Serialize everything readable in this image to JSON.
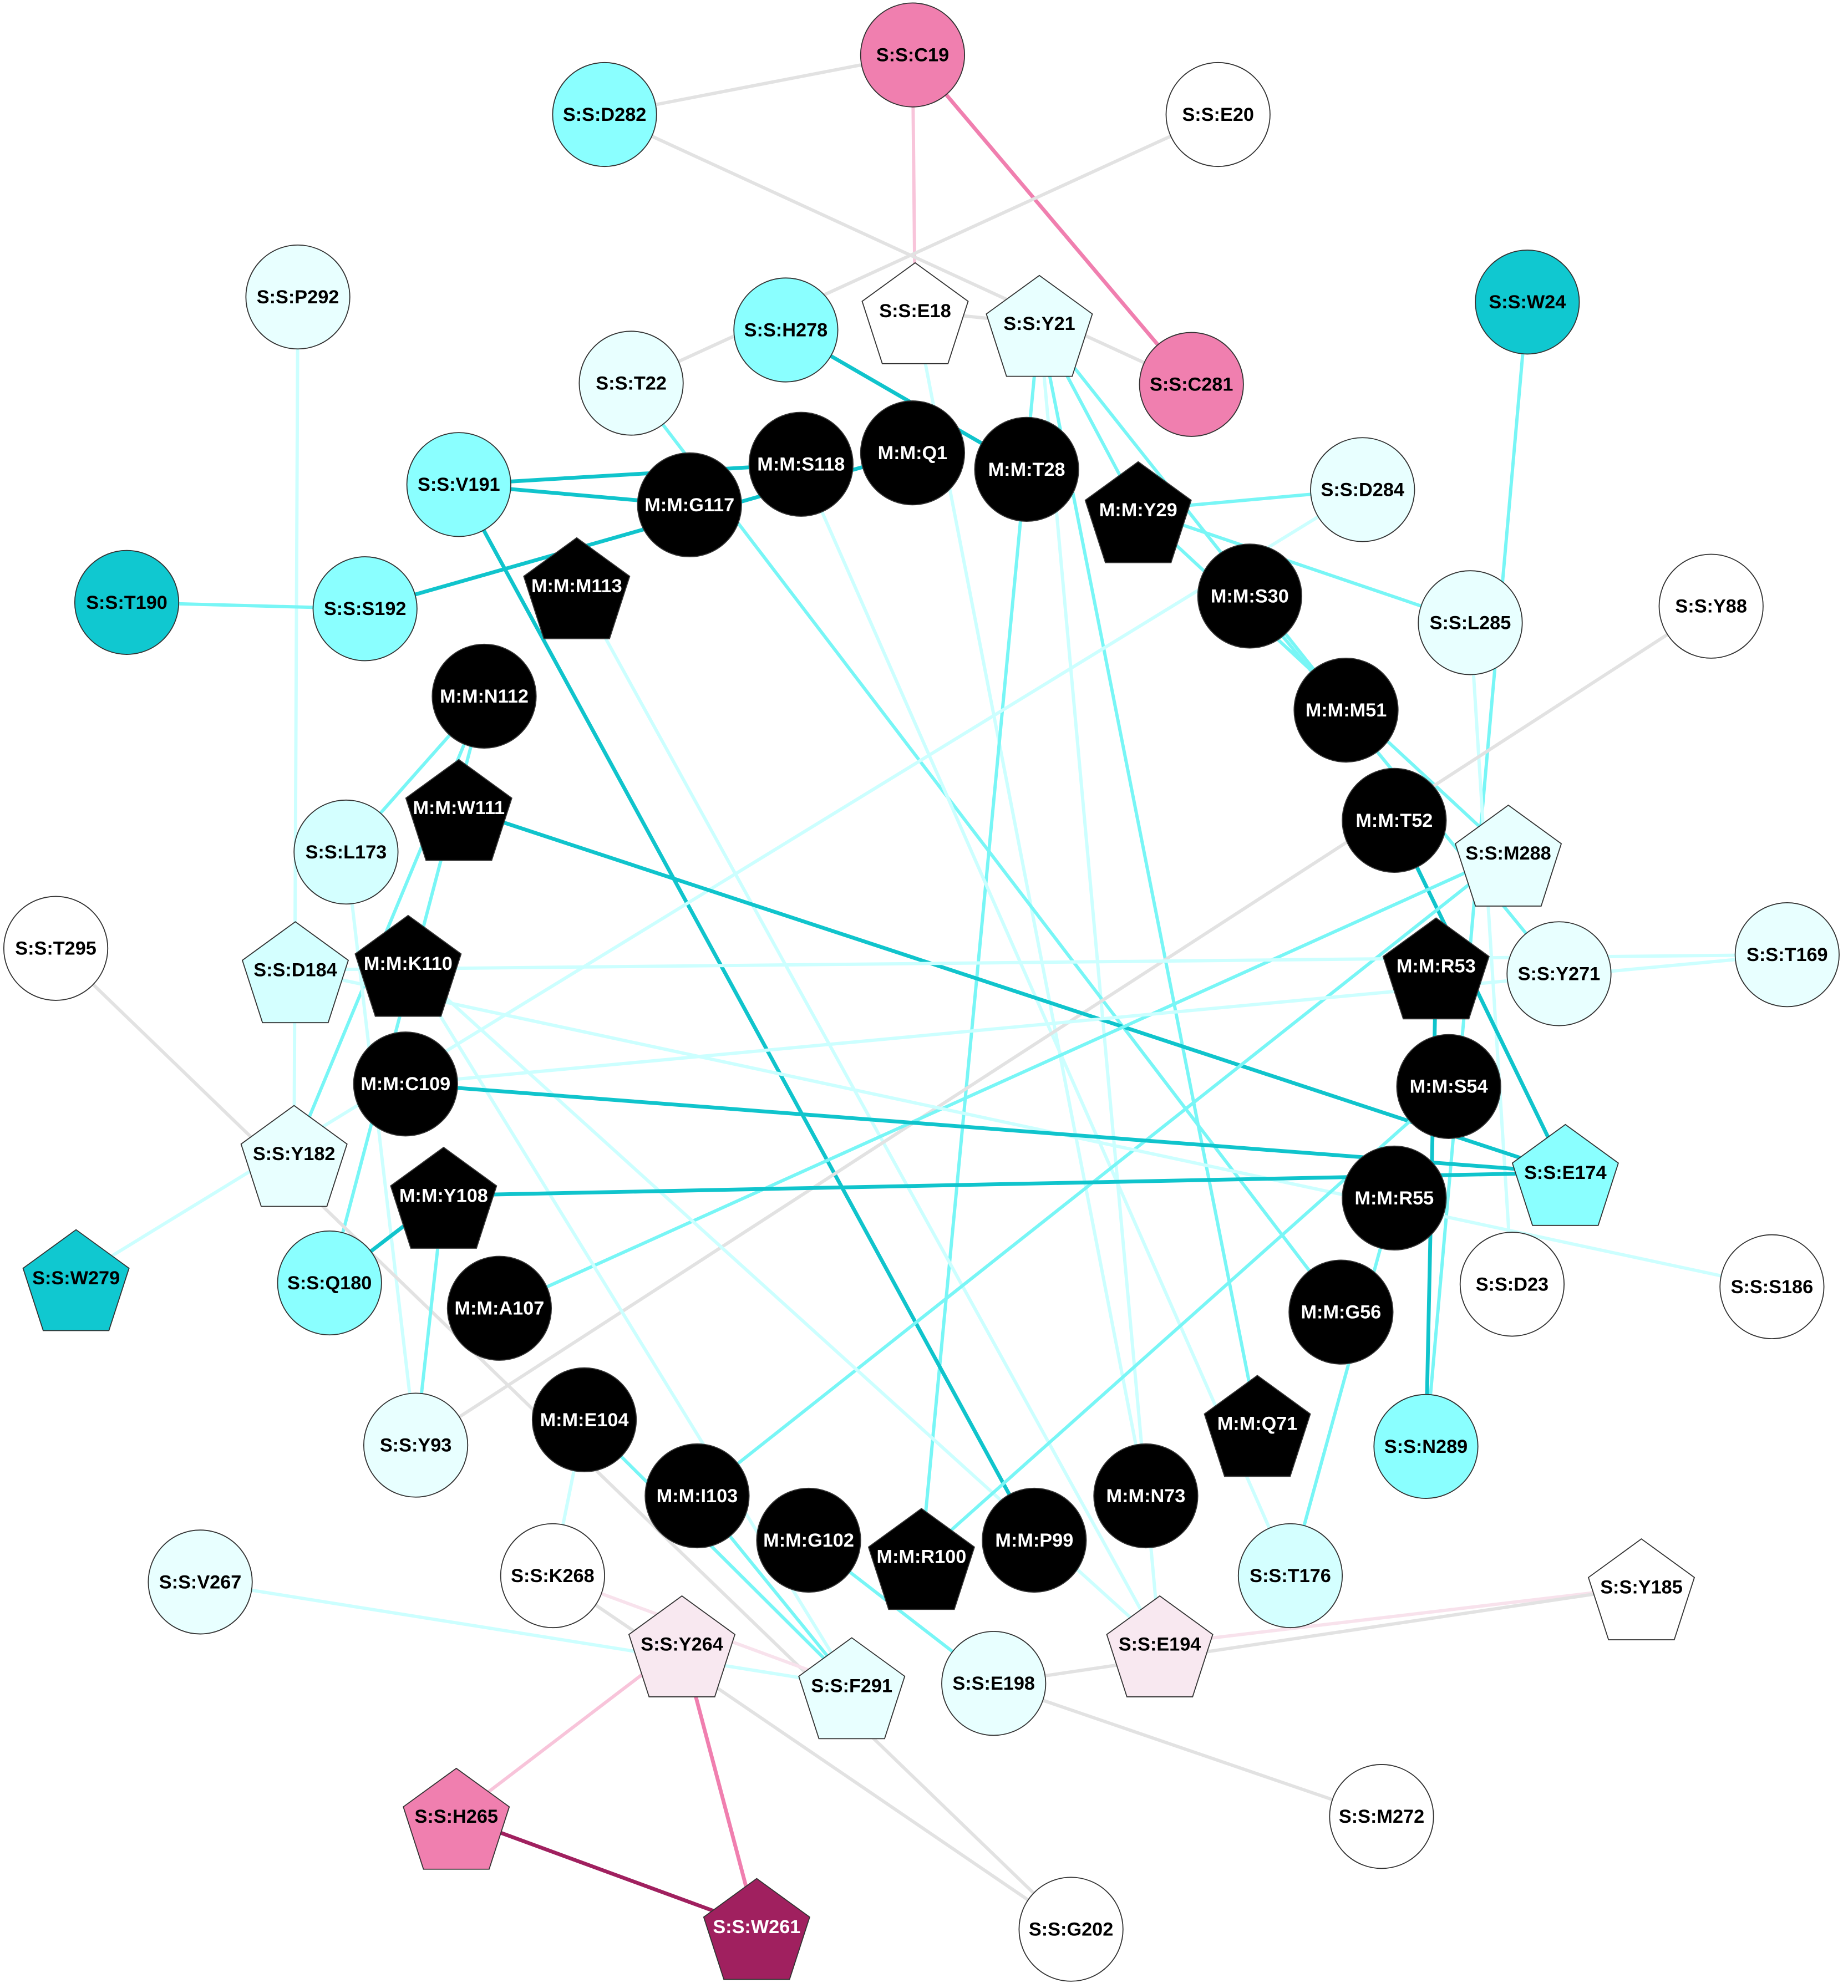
{
  "colors": {
    "white": "#FFFFFF",
    "pale_cyan": "#E8FFFF",
    "light_cyan": "#D4FFFF",
    "cyan": "#8AFFFF",
    "teal": "#10C8D0",
    "black": "#000000",
    "pale_pink": "#F8E8F0",
    "pink": "#F07FAF",
    "magenta": "#A0205F",
    "edge_gray": "#E2E2E2",
    "edge_lightcyan": "#CCFFFF",
    "edge_cyan": "#78F6F6",
    "edge_teal": "#10C4CC",
    "edge_lightpink": "#F8C4DA",
    "edge_palepink": "#F8E2EC",
    "edge_pink": "#F07FAF",
    "edge_magenta": "#A0205F"
  },
  "nodes": [
    {
      "label": "S:S:C19",
      "shape": "circle",
      "fill": "pink"
    },
    {
      "label": "S:S:D282",
      "shape": "circle",
      "fill": "cyan"
    },
    {
      "label": "S:S:E20",
      "shape": "circle",
      "fill": "white"
    },
    {
      "label": "S:S:P292",
      "shape": "circle",
      "fill": "pale_cyan"
    },
    {
      "label": "S:S:E18",
      "shape": "pentagon",
      "fill": "white"
    },
    {
      "label": "S:S:Y21",
      "shape": "pentagon",
      "fill": "pale_cyan"
    },
    {
      "label": "S:S:H278",
      "shape": "circle",
      "fill": "cyan"
    },
    {
      "label": "S:S:W24",
      "shape": "circle",
      "fill": "teal"
    },
    {
      "label": "S:S:C281",
      "shape": "circle",
      "fill": "pink"
    },
    {
      "label": "S:S:T22",
      "shape": "circle",
      "fill": "pale_cyan"
    },
    {
      "label": "M:M:Q1",
      "shape": "circle",
      "fill": "black"
    },
    {
      "label": "M:M:S118",
      "shape": "circle",
      "fill": "black"
    },
    {
      "label": "M:M:T28",
      "shape": "circle",
      "fill": "black"
    },
    {
      "label": "S:S:V191",
      "shape": "circle",
      "fill": "cyan"
    },
    {
      "label": "M:M:G117",
      "shape": "circle",
      "fill": "black"
    },
    {
      "label": "M:M:Y29",
      "shape": "pentagon",
      "fill": "black"
    },
    {
      "label": "S:S:D284",
      "shape": "circle",
      "fill": "pale_cyan"
    },
    {
      "label": "M:M:M113",
      "shape": "pentagon",
      "fill": "black"
    },
    {
      "label": "S:S:T190",
      "shape": "circle",
      "fill": "teal"
    },
    {
      "label": "S:S:S192",
      "shape": "circle",
      "fill": "cyan"
    },
    {
      "label": "M:M:S30",
      "shape": "circle",
      "fill": "black"
    },
    {
      "label": "S:S:L285",
      "shape": "circle",
      "fill": "pale_cyan"
    },
    {
      "label": "S:S:Y88",
      "shape": "circle",
      "fill": "white"
    },
    {
      "label": "M:M:N112",
      "shape": "circle",
      "fill": "black"
    },
    {
      "label": "M:M:M51",
      "shape": "circle",
      "fill": "black"
    },
    {
      "label": "M:M:W111",
      "shape": "pentagon",
      "fill": "black"
    },
    {
      "label": "S:S:L173",
      "shape": "circle",
      "fill": "light_cyan"
    },
    {
      "label": "M:M:T52",
      "shape": "circle",
      "fill": "black"
    },
    {
      "label": "S:S:M288",
      "shape": "pentagon",
      "fill": "pale_cyan"
    },
    {
      "label": "S:S:T295",
      "shape": "circle",
      "fill": "white"
    },
    {
      "label": "S:S:D184",
      "shape": "pentagon",
      "fill": "light_cyan"
    },
    {
      "label": "M:M:K110",
      "shape": "pentagon",
      "fill": "black"
    },
    {
      "label": "M:M:R53",
      "shape": "pentagon",
      "fill": "black"
    },
    {
      "label": "S:S:Y271",
      "shape": "circle",
      "fill": "pale_cyan"
    },
    {
      "label": "S:S:T169",
      "shape": "circle",
      "fill": "pale_cyan"
    },
    {
      "label": "M:M:C109",
      "shape": "circle",
      "fill": "black"
    },
    {
      "label": "M:M:S54",
      "shape": "circle",
      "fill": "black"
    },
    {
      "label": "S:S:Y182",
      "shape": "pentagon",
      "fill": "pale_cyan"
    },
    {
      "label": "S:S:E174",
      "shape": "pentagon",
      "fill": "cyan"
    },
    {
      "label": "M:M:Y108",
      "shape": "pentagon",
      "fill": "black"
    },
    {
      "label": "M:M:R55",
      "shape": "circle",
      "fill": "black"
    },
    {
      "label": "S:S:W279",
      "shape": "pentagon",
      "fill": "teal"
    },
    {
      "label": "S:S:Q180",
      "shape": "circle",
      "fill": "cyan"
    },
    {
      "label": "M:M:A107",
      "shape": "circle",
      "fill": "black"
    },
    {
      "label": "S:S:D23",
      "shape": "circle",
      "fill": "white"
    },
    {
      "label": "S:S:S186",
      "shape": "circle",
      "fill": "white"
    },
    {
      "label": "M:M:G56",
      "shape": "circle",
      "fill": "black"
    },
    {
      "label": "M:M:Q71",
      "shape": "pentagon",
      "fill": "black"
    },
    {
      "label": "M:M:E104",
      "shape": "circle",
      "fill": "black"
    },
    {
      "label": "S:S:Y93",
      "shape": "circle",
      "fill": "pale_cyan"
    },
    {
      "label": "S:S:N289",
      "shape": "circle",
      "fill": "cyan"
    },
    {
      "label": "M:M:I103",
      "shape": "circle",
      "fill": "black"
    },
    {
      "label": "M:M:N73",
      "shape": "circle",
      "fill": "black"
    },
    {
      "label": "M:M:G102",
      "shape": "circle",
      "fill": "black"
    },
    {
      "label": "M:M:R100",
      "shape": "pentagon",
      "fill": "black"
    },
    {
      "label": "M:M:P99",
      "shape": "circle",
      "fill": "black"
    },
    {
      "label": "S:S:T176",
      "shape": "circle",
      "fill": "light_cyan"
    },
    {
      "label": "S:S:K268",
      "shape": "circle",
      "fill": "white"
    },
    {
      "label": "S:S:V267",
      "shape": "circle",
      "fill": "pale_cyan"
    },
    {
      "label": "S:S:Y185",
      "shape": "pentagon",
      "fill": "white"
    },
    {
      "label": "S:S:Y264",
      "shape": "pentagon",
      "fill": "pale_pink"
    },
    {
      "label": "S:S:E194",
      "shape": "pentagon",
      "fill": "pale_pink"
    },
    {
      "label": "S:S:F291",
      "shape": "pentagon",
      "fill": "pale_cyan"
    },
    {
      "label": "S:S:E198",
      "shape": "circle",
      "fill": "pale_cyan"
    },
    {
      "label": "S:S:H265",
      "shape": "pentagon",
      "fill": "pink"
    },
    {
      "label": "S:S:M272",
      "shape": "circle",
      "fill": "white"
    },
    {
      "label": "S:S:W261",
      "shape": "pentagon",
      "fill": "magenta"
    },
    {
      "label": "S:S:G202",
      "shape": "circle",
      "fill": "white"
    }
  ],
  "edges": [
    {
      "source": "S:S:C19",
      "target": "S:S:D282",
      "color": "edge_gray"
    },
    {
      "source": "S:S:C19",
      "target": "S:S:E18",
      "color": "edge_lightpink"
    },
    {
      "source": "S:S:C19",
      "target": "S:S:C281",
      "color": "edge_pink"
    },
    {
      "source": "S:S:D282",
      "target": "S:S:C281",
      "color": "edge_gray"
    },
    {
      "source": "S:S:E20",
      "target": "S:S:T22",
      "color": "edge_gray"
    },
    {
      "source": "S:S:P292",
      "target": "S:S:Y182",
      "color": "edge_lightcyan"
    },
    {
      "source": "S:S:E18",
      "target": "S:S:Y21",
      "color": "edge_gray"
    },
    {
      "source": "S:S:E18",
      "target": "M:M:N73",
      "color": "edge_lightcyan"
    },
    {
      "source": "S:S:H278",
      "target": "M:M:T28",
      "color": "edge_teal"
    },
    {
      "source": "S:S:Y21",
      "target": "M:M:Y29",
      "color": "edge_cyan"
    },
    {
      "source": "S:S:Y21",
      "target": "M:M:R100",
      "color": "edge_cyan"
    },
    {
      "source": "S:S:Y21",
      "target": "M:M:Q71",
      "color": "edge_cyan"
    },
    {
      "source": "S:S:Y21",
      "target": "M:M:M51",
      "color": "edge_cyan"
    },
    {
      "source": "S:S:Y21",
      "target": "S:S:E194",
      "color": "edge_lightcyan"
    },
    {
      "source": "S:S:W24",
      "target": "S:S:N289",
      "color": "edge_cyan"
    },
    {
      "source": "S:S:V191",
      "target": "M:M:S118",
      "color": "edge_teal"
    },
    {
      "source": "S:S:V191",
      "target": "M:M:G117",
      "color": "edge_teal"
    },
    {
      "source": "S:S:V191",
      "target": "M:M:P99",
      "color": "edge_teal"
    },
    {
      "source": "S:S:S192",
      "target": "M:M:Q1",
      "color": "edge_teal"
    },
    {
      "source": "S:S:T190",
      "target": "S:S:S192",
      "color": "edge_cyan"
    },
    {
      "source": "S:S:T22",
      "target": "M:M:G56",
      "color": "edge_cyan"
    },
    {
      "source": "M:M:S118",
      "target": "S:S:T176",
      "color": "edge_lightcyan"
    },
    {
      "source": "M:M:Y29",
      "target": "S:S:D284",
      "color": "edge_cyan"
    },
    {
      "source": "M:M:Y29",
      "target": "S:S:L285",
      "color": "edge_cyan"
    },
    {
      "source": "M:M:Y29",
      "target": "S:S:M288",
      "color": "edge_cyan"
    },
    {
      "source": "S:S:D284",
      "target": "S:S:W279",
      "color": "edge_lightcyan"
    },
    {
      "source": "M:M:M113",
      "target": "S:S:E194",
      "color": "edge_lightcyan"
    },
    {
      "source": "M:M:S30",
      "target": "S:S:Y271",
      "color": "edge_cyan"
    },
    {
      "source": "S:S:L285",
      "target": "S:S:D23",
      "color": "edge_lightcyan"
    },
    {
      "source": "S:S:Y88",
      "target": "S:S:Y93",
      "color": "edge_gray"
    },
    {
      "source": "M:M:N112",
      "target": "S:S:L173",
      "color": "edge_cyan"
    },
    {
      "source": "M:M:N112",
      "target": "S:S:Y182",
      "color": "edge_cyan"
    },
    {
      "source": "M:M:N112",
      "target": "S:S:Q180",
      "color": "edge_cyan"
    },
    {
      "source": "M:M:W111",
      "target": "S:S:E174",
      "color": "edge_teal"
    },
    {
      "source": "S:S:L173",
      "target": "S:S:Y93",
      "color": "edge_lightcyan"
    },
    {
      "source": "M:M:T52",
      "target": "S:S:E174",
      "color": "edge_teal"
    },
    {
      "source": "S:S:M288",
      "target": "M:M:A107",
      "color": "edge_cyan"
    },
    {
      "source": "S:S:M288",
      "target": "M:M:I103",
      "color": "edge_cyan"
    },
    {
      "source": "S:S:T295",
      "target": "S:S:G202",
      "color": "edge_gray"
    },
    {
      "source": "S:S:D184",
      "target": "S:S:S186",
      "color": "edge_lightcyan"
    },
    {
      "source": "S:S:D184",
      "target": "S:S:T169",
      "color": "edge_lightcyan"
    },
    {
      "source": "M:M:K110",
      "target": "S:S:F291",
      "color": "edge_lightcyan"
    },
    {
      "source": "M:M:K110",
      "target": "S:S:E194",
      "color": "edge_lightcyan"
    },
    {
      "source": "M:M:R53",
      "target": "S:S:N289",
      "color": "edge_teal"
    },
    {
      "source": "M:M:C109",
      "target": "S:S:E174",
      "color": "edge_teal"
    },
    {
      "source": "M:M:C109",
      "target": "S:S:T169",
      "color": "edge_lightcyan"
    },
    {
      "source": "M:M:S54",
      "target": "M:M:R100",
      "color": "edge_cyan"
    },
    {
      "source": "M:M:Y108",
      "target": "S:S:E174",
      "color": "edge_teal"
    },
    {
      "source": "M:M:Y108",
      "target": "S:S:Q180",
      "color": "edge_teal"
    },
    {
      "source": "M:M:Y108",
      "target": "S:S:Y93",
      "color": "edge_cyan"
    },
    {
      "source": "M:M:R55",
      "target": "S:S:T176",
      "color": "edge_cyan"
    },
    {
      "source": "M:M:E104",
      "target": "S:S:F291",
      "color": "edge_cyan"
    },
    {
      "source": "M:M:E104",
      "target": "S:S:K268",
      "color": "edge_lightcyan"
    },
    {
      "source": "M:M:I103",
      "target": "S:S:F291",
      "color": "edge_cyan"
    },
    {
      "source": "M:M:G102",
      "target": "S:S:E198",
      "color": "edge_cyan"
    },
    {
      "source": "S:S:V267",
      "target": "S:S:F291",
      "color": "edge_lightcyan"
    },
    {
      "source": "S:S:K268",
      "target": "S:S:G202",
      "color": "edge_gray"
    },
    {
      "source": "S:S:K268",
      "target": "S:S:F291",
      "color": "edge_palepink"
    },
    {
      "source": "S:S:Y264",
      "target": "S:S:H265",
      "color": "edge_lightpink"
    },
    {
      "source": "S:S:Y264",
      "target": "S:S:W261",
      "color": "edge_pink"
    },
    {
      "source": "S:S:H265",
      "target": "S:S:W261",
      "color": "edge_magenta"
    },
    {
      "source": "S:S:E194",
      "target": "S:S:Y185",
      "color": "edge_palepink"
    },
    {
      "source": "S:S:E198",
      "target": "S:S:Y185",
      "color": "edge_gray"
    },
    {
      "source": "S:S:E198",
      "target": "S:S:M272",
      "color": "edge_gray"
    }
  ]
}
